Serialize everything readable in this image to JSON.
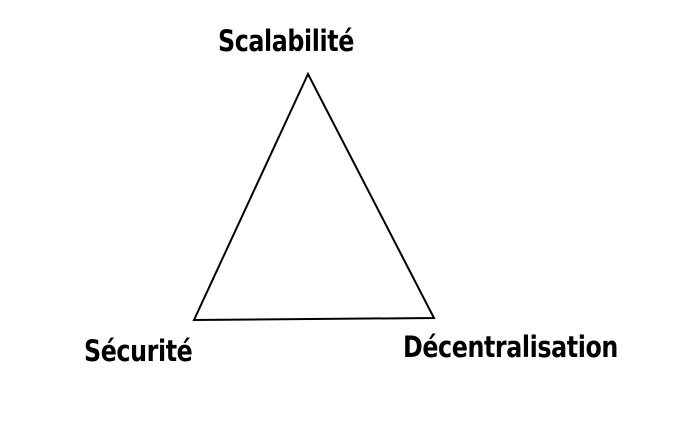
{
  "diagram": {
    "shape": "triangle",
    "stroke_color": "#000000",
    "vertices": [
      {
        "label": "Scalabilité",
        "position": "top"
      },
      {
        "label": "Sécurité",
        "position": "bottom-left"
      },
      {
        "label": "Décentralisation",
        "position": "bottom-right"
      }
    ]
  }
}
